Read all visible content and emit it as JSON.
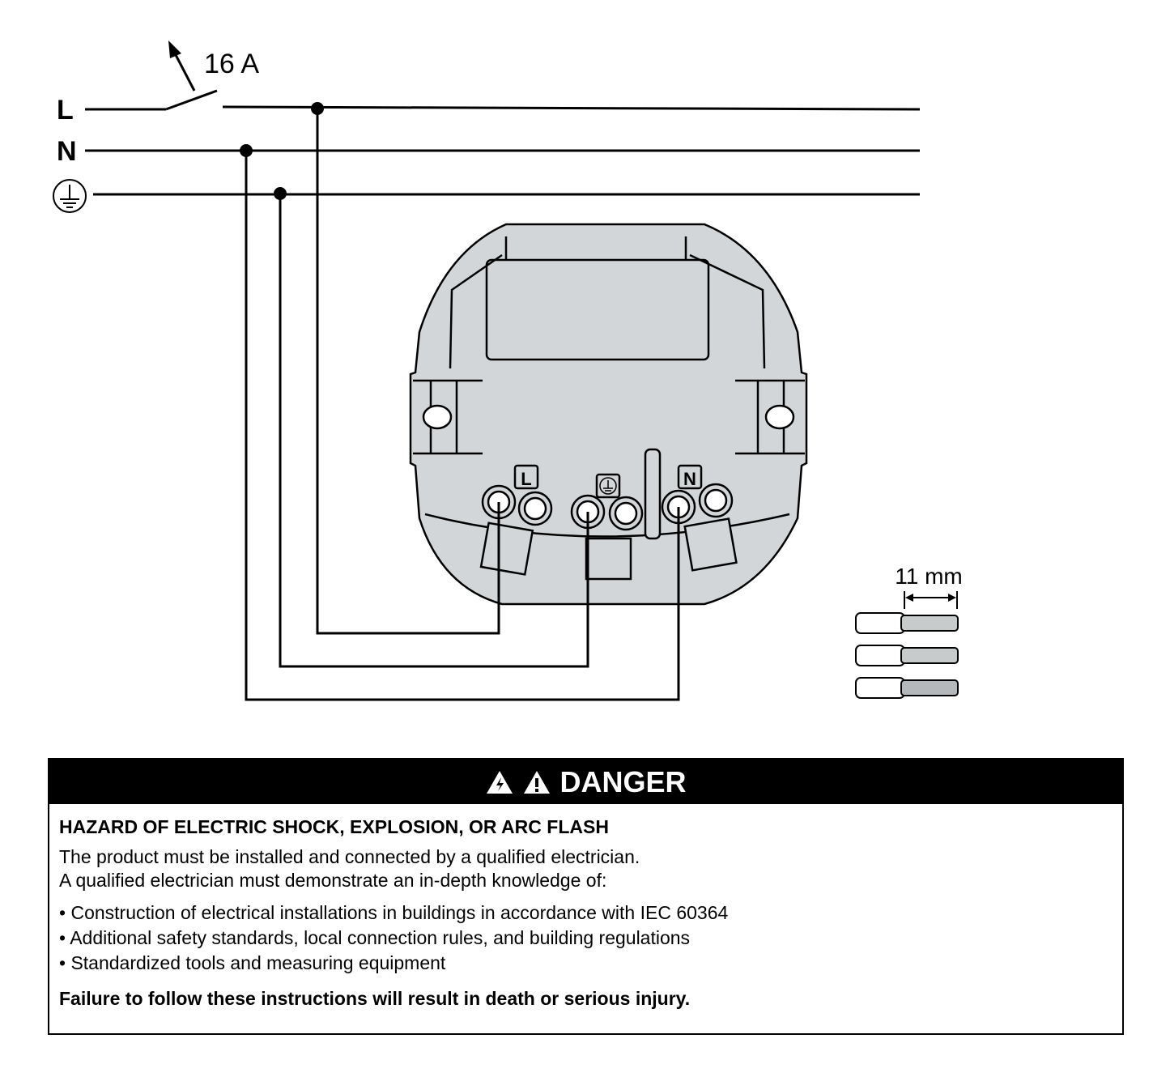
{
  "diagram": {
    "switch_rating": "16 A",
    "lines": {
      "live": "L",
      "neutral": "N",
      "earth_icon": "protective-earth-icon"
    },
    "terminals": {
      "live": "L",
      "neutral": "N",
      "earth_icon": "protective-earth-icon"
    },
    "strip_length": "11 mm",
    "colors": {
      "device_fill": "#d3d6d8",
      "wire": "#000000"
    }
  },
  "danger": {
    "title": "DANGER",
    "heading": "HAZARD OF ELECTRIC SHOCK, EXPLOSION, OR ARC FLASH",
    "intro": [
      "The product must be installed and connected by a qualified electrician.",
      "A qualified electrician must demonstrate an in-depth knowledge of:"
    ],
    "items": [
      "Construction of electrical installations in buildings in accordance with IEC 60364",
      "Additional safety standards, local connection rules, and building regulations",
      "Standardized tools and measuring equipment"
    ],
    "footer": "Failure to follow these instructions will result in death or serious injury."
  }
}
